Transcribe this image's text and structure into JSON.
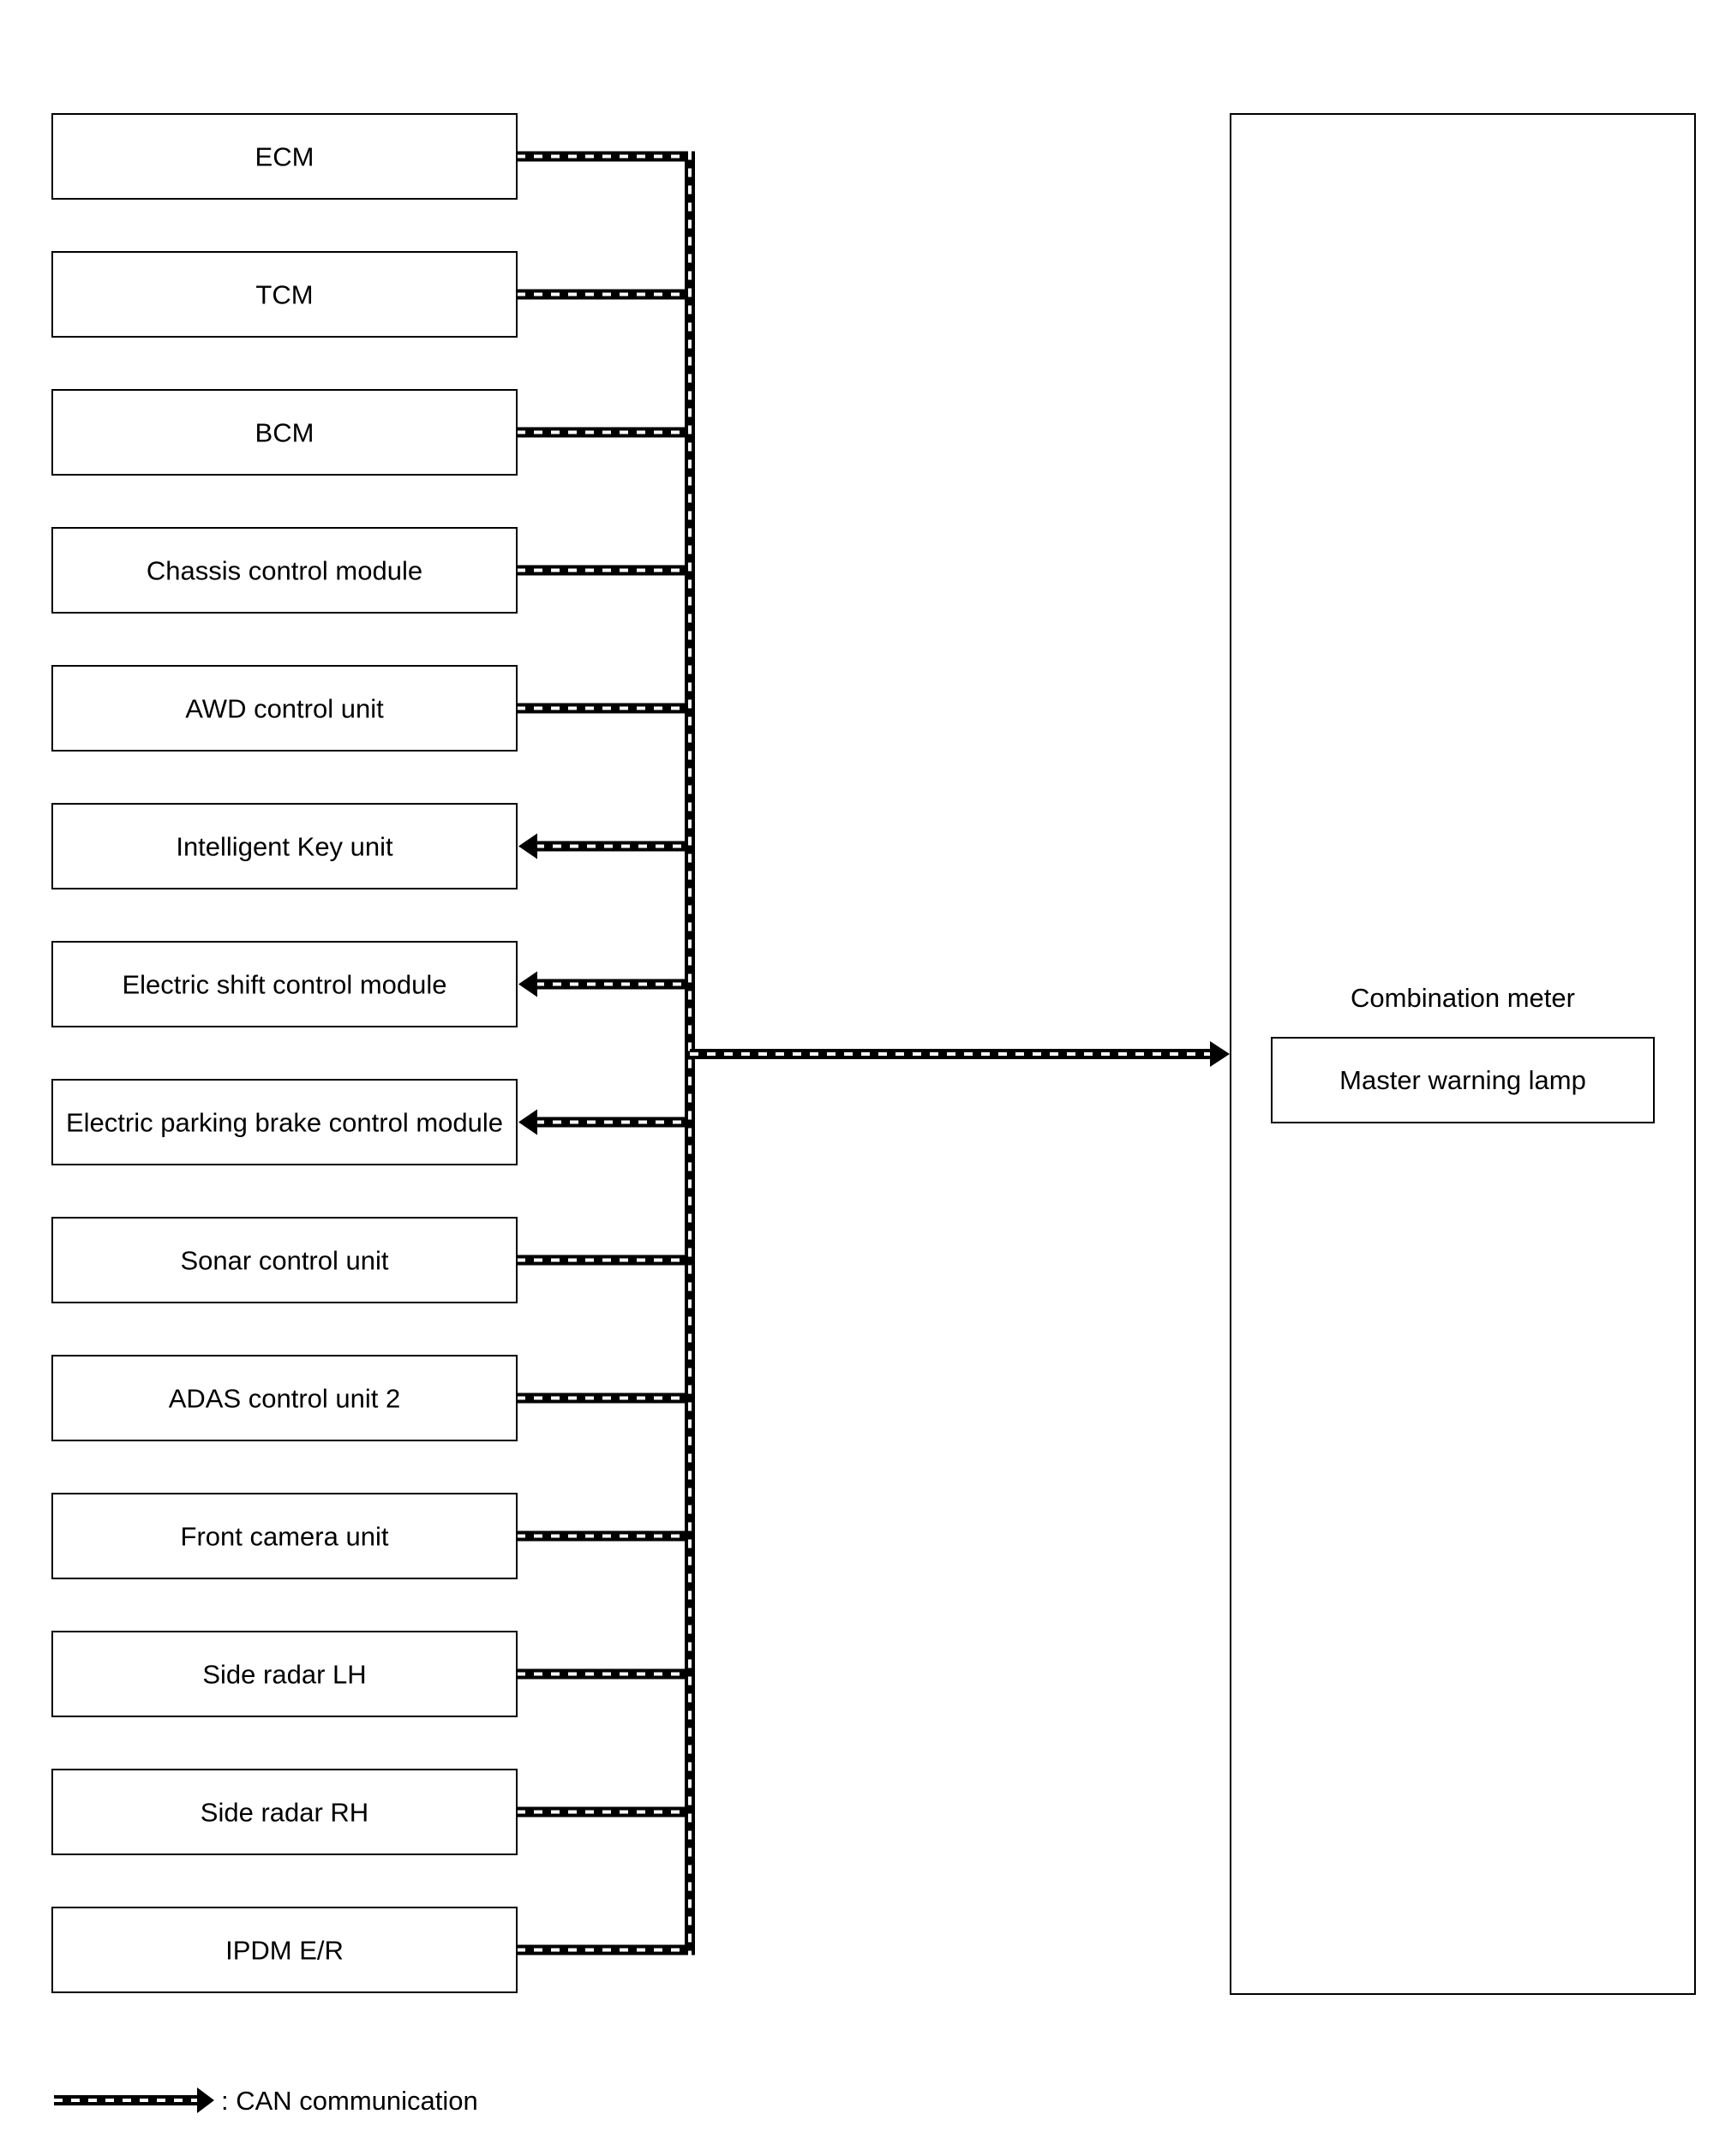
{
  "modules": [
    {
      "id": "ecm",
      "label": "ECM",
      "direction": "to-bus"
    },
    {
      "id": "tcm",
      "label": "TCM",
      "direction": "to-bus"
    },
    {
      "id": "bcm",
      "label": "BCM",
      "direction": "to-bus"
    },
    {
      "id": "chassis",
      "label": "Chassis control module",
      "direction": "to-bus"
    },
    {
      "id": "awd",
      "label": "AWD control unit",
      "direction": "to-bus"
    },
    {
      "id": "intelligent-key",
      "label": "Intelligent Key unit",
      "direction": "from-bus"
    },
    {
      "id": "electric-shift",
      "label": "Electric shift control module",
      "direction": "from-bus"
    },
    {
      "id": "epb",
      "label": "Electric parking brake control module",
      "direction": "from-bus"
    },
    {
      "id": "sonar",
      "label": "Sonar control unit",
      "direction": "to-bus"
    },
    {
      "id": "adas2",
      "label": "ADAS control unit 2",
      "direction": "to-bus"
    },
    {
      "id": "front-camera",
      "label": "Front camera unit",
      "direction": "to-bus"
    },
    {
      "id": "side-radar-lh",
      "label": "Side radar LH",
      "direction": "to-bus"
    },
    {
      "id": "side-radar-rh",
      "label": "Side radar RH",
      "direction": "to-bus"
    },
    {
      "id": "ipdm",
      "label": "IPDM E/R",
      "direction": "to-bus"
    }
  ],
  "combination_meter": {
    "title": "Combination meter",
    "lamp_label": "Master warning lamp"
  },
  "legend": {
    "label": ": CAN communication"
  },
  "colors": {
    "line": "#000000",
    "dash": "#ffffff",
    "background": "#ffffff"
  }
}
